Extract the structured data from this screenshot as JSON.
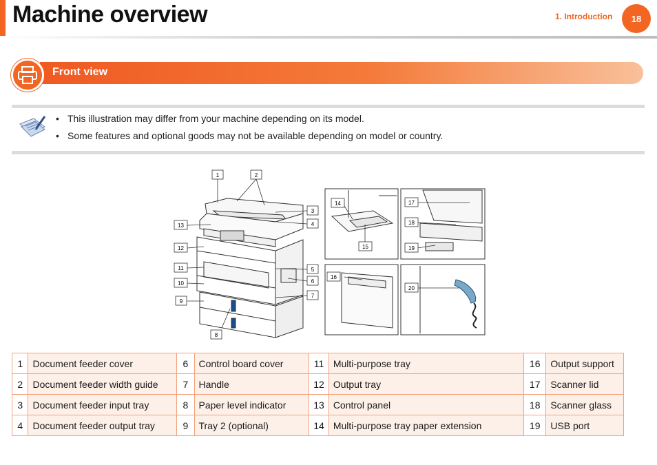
{
  "header": {
    "title": "Machine overview",
    "chapter": "1.  Introduction",
    "page_number": "18"
  },
  "section": {
    "title": "Front view",
    "icon": "printer-icon"
  },
  "note": {
    "icon": "note-pencil-icon",
    "items": [
      "This illustration may differ from your machine depending on its model.",
      "Some features and optional goods may not be available depending on model or country."
    ]
  },
  "diagram": {
    "callouts": [
      "1",
      "2",
      "3",
      "4",
      "5",
      "6",
      "7",
      "8",
      "9",
      "10",
      "11",
      "12",
      "13",
      "14",
      "15",
      "16",
      "17",
      "18",
      "19",
      "20"
    ]
  },
  "parts_table": {
    "rows": [
      [
        [
          "1",
          "Document feeder cover"
        ],
        [
          "6",
          "Control board cover"
        ],
        [
          "11",
          "Multi-purpose tray"
        ],
        [
          "16",
          "Output support"
        ]
      ],
      [
        [
          "2",
          "Document feeder width guide"
        ],
        [
          "7",
          "Handle"
        ],
        [
          "12",
          "Output tray"
        ],
        [
          "17",
          "Scanner lid"
        ]
      ],
      [
        [
          "3",
          "Document feeder input tray"
        ],
        [
          "8",
          "Paper level indicator"
        ],
        [
          "13",
          "Control panel"
        ],
        [
          "18",
          "Scanner glass"
        ]
      ],
      [
        [
          "4",
          "Document feeder output tray"
        ],
        [
          "9",
          "Tray 2 (optional)"
        ],
        [
          "14",
          "Multi-purpose tray paper extension"
        ],
        [
          "19",
          "USB port"
        ]
      ]
    ]
  },
  "colors": {
    "accent": "#f26522",
    "table_border": "#f3a07a",
    "table_fill": "#fdf0e9"
  }
}
